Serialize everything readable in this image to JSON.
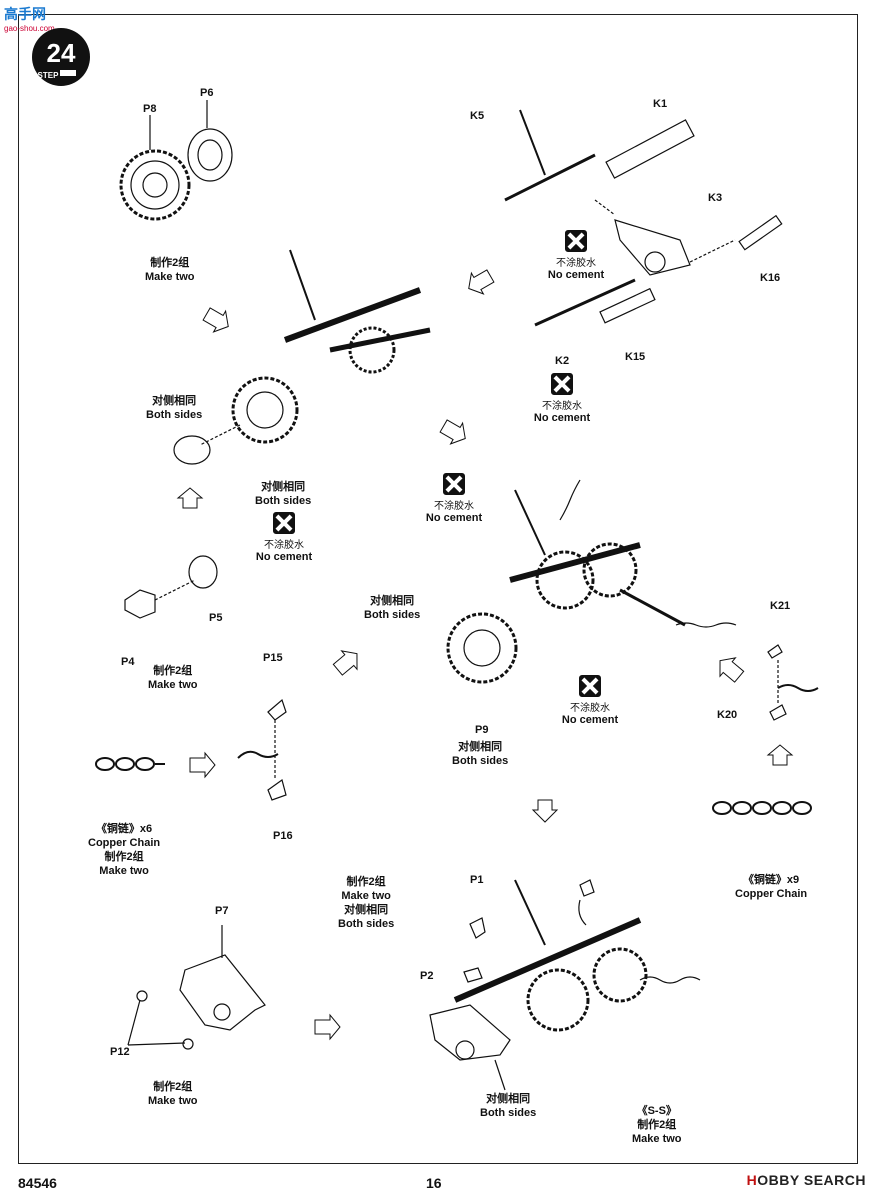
{
  "watermark": {
    "brand": "高手网",
    "url": "gao-shou.com"
  },
  "step": {
    "number": "24",
    "label": "STEP"
  },
  "labels": {
    "make_two_cn": "制作2组",
    "make_two_en": "Make two",
    "both_sides_cn": "对侧相同",
    "both_sides_en": "Both sides",
    "no_cement_cn": "不涂胶水",
    "no_cement_en": "No cement",
    "copper_chain_x6_cn": "《铜链》x6",
    "copper_chain_x9_cn": "《铜链》x9",
    "copper_chain_en": "Copper Chain",
    "ss_cn": "《S-S》"
  },
  "parts": {
    "p8": "P8",
    "p6": "P6",
    "p5": "P5",
    "p4": "P4",
    "p15": "P15",
    "p16": "P16",
    "p7": "P7",
    "p12": "P12",
    "p1": "P1",
    "p2": "P2",
    "p9": "P9",
    "k5": "K5",
    "k1": "K1",
    "k3": "K3",
    "k16": "K16",
    "k2": "K2",
    "k15": "K15",
    "k21": "K21",
    "k20": "K20"
  },
  "footer": {
    "kit_number": "84546",
    "page_number": "16",
    "source_brand": "H",
    "source_rest": "OBBY SEARCH"
  }
}
